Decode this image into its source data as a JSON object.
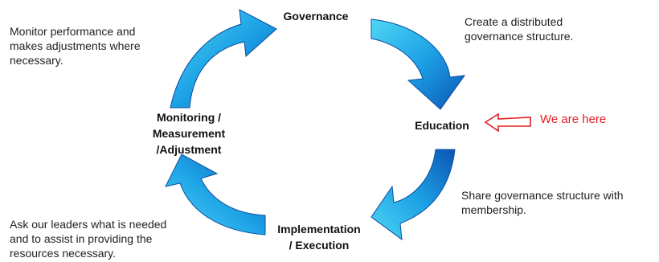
{
  "stages": {
    "governance": "Governance",
    "education": "Education",
    "implementation": [
      "Implementation",
      "/ Execution"
    ],
    "monitoring": [
      "Monitoring /",
      "Measurement",
      "/Adjustment"
    ]
  },
  "notes": {
    "governance": "Create a distributed\ngovernance structure.",
    "education": "Share governance structure with\nmembership.",
    "implementation": "Ask our leaders what is needed\nand to assist in providing the\nresources necessary.",
    "monitoring": "Monitor performance and\nmakes adjustments where\nnecessary."
  },
  "marker": {
    "text": "We are here",
    "color": "#e02020"
  },
  "colors": {
    "arrow_light": "#4fd6f3",
    "arrow_mid": "#1da2e6",
    "arrow_dark": "#0b55b5"
  }
}
